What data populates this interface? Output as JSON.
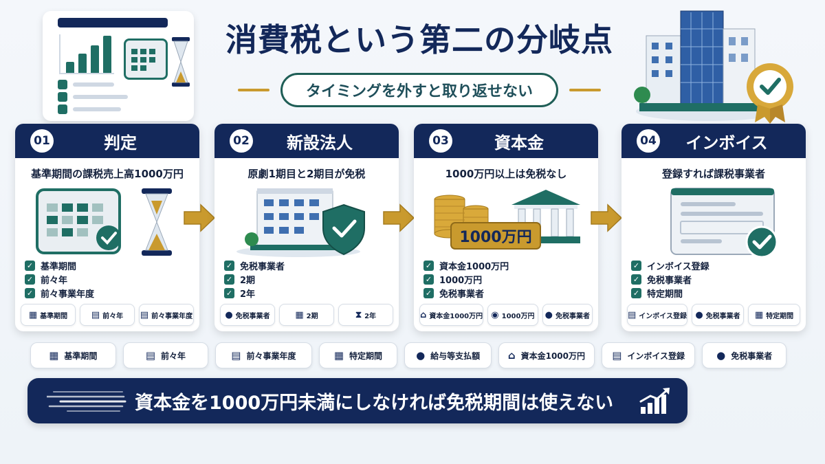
{
  "header": {
    "title": "消費税という第二の分岐点",
    "subtitle": "タイミングを外すと取り返せない"
  },
  "cards": [
    {
      "num": "01",
      "title": "判定",
      "desc": "基準期間の課税売上高1000万円",
      "checks": [
        "基準期間",
        "前々年",
        "前々事業年度"
      ],
      "tags": [
        {
          "icon": "calendar-icon",
          "label": "基準期間"
        },
        {
          "icon": "document-calendar-icon",
          "label": "前々年"
        },
        {
          "icon": "document-calendar-icon",
          "label": "前々事業年度"
        }
      ]
    },
    {
      "num": "02",
      "title": "新設法人",
      "desc": "原劇1期目と2期目が免税",
      "checks": [
        "免税事業者",
        "2期",
        "2年"
      ],
      "tags": [
        {
          "icon": "person-icon",
          "label": "免税事業者"
        },
        {
          "icon": "calendar-icon",
          "label": "2期"
        },
        {
          "icon": "hourglass-icon",
          "label": "2年"
        }
      ]
    },
    {
      "num": "03",
      "title": "資本金",
      "desc": "1000万円以上は免税なし",
      "art_label": "1000万円",
      "checks": [
        "資本金1000万円",
        "1000万円",
        "免税事業者"
      ],
      "tags": [
        {
          "icon": "bank-icon",
          "label": "資本金1000万円"
        },
        {
          "icon": "coins-icon",
          "label": "1000万円"
        },
        {
          "icon": "person-icon",
          "label": "免税事業者"
        }
      ]
    },
    {
      "num": "04",
      "title": "インボイス",
      "desc": "登録すれば課税事業者",
      "checks": [
        "インボイス登録",
        "免税事業者",
        "特定期間"
      ],
      "tags": [
        {
          "icon": "document-icon",
          "label": "インボイス登録"
        },
        {
          "icon": "person-icon",
          "label": "免税事業者"
        },
        {
          "icon": "calendar-icon",
          "label": "特定期間"
        }
      ]
    }
  ],
  "strip": [
    {
      "icon": "calendar-icon",
      "label": "基準期間"
    },
    {
      "icon": "document-calendar-icon",
      "label": "前々年"
    },
    {
      "icon": "document-icon",
      "label": "前々事業年度"
    },
    {
      "icon": "calendar-icon",
      "label": "特定期間"
    },
    {
      "icon": "payment-icon",
      "label": "給与等支払額"
    },
    {
      "icon": "bank-icon",
      "label": "資本金1000万円"
    },
    {
      "icon": "document-icon",
      "label": "インボイス登録"
    },
    {
      "icon": "person-icon",
      "label": "免税事業者"
    }
  ],
  "banner": {
    "text": "資本金を1000万円未満にしなければ免税期間は使えない"
  },
  "colors": {
    "navy": "#13285a",
    "teal": "#1f6e64",
    "gold": "#c99a2e"
  }
}
